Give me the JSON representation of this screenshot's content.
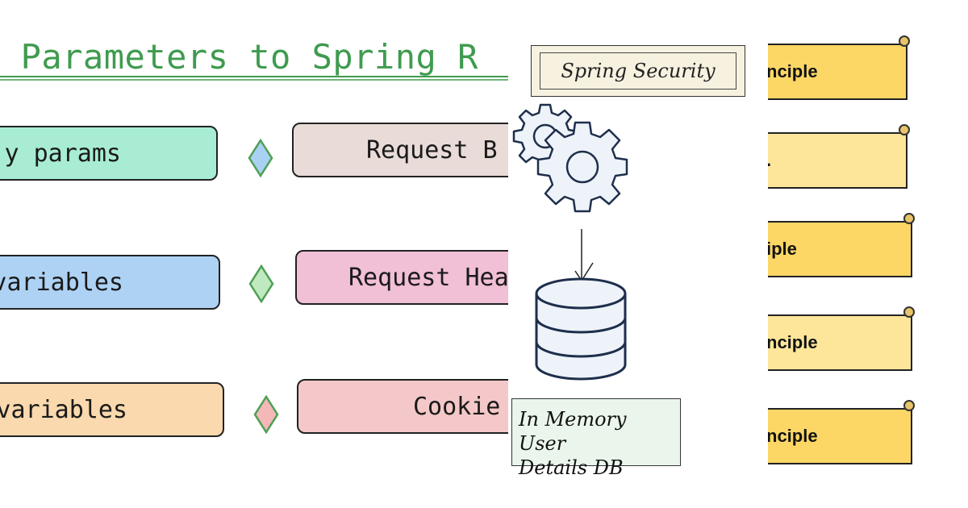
{
  "left_panel": {
    "title": "g Parameters to Spring R",
    "boxes": [
      {
        "label": "y params",
        "fill": "#a8ecd4"
      },
      {
        "label": "Request B",
        "fill": "#e9dcd8"
      },
      {
        "label": "h variables",
        "fill": "#aed2f4"
      },
      {
        "label": "Request Hea",
        "fill": "#f1bfd6"
      },
      {
        "label": "ix variables",
        "fill": "#f9d9ad"
      },
      {
        "label": "Cookie",
        "fill": "#f4c8c8"
      }
    ],
    "diamond_colors": [
      "#a9d1f2",
      "#bfeac0",
      "#f4b8b8"
    ]
  },
  "middle_panel": {
    "security_label": "Spring Security",
    "db_label_line1": "In Memory User",
    "db_label_line2": "Details DB",
    "icons": [
      "gears-icon",
      "database-icon"
    ]
  },
  "right_panel": {
    "scrolls": [
      {
        "text": "nciple",
        "fill": "#fcd766"
      },
      {
        "text": ".",
        "fill": "#fde69a"
      },
      {
        "text": "iple",
        "fill": "#fcd766"
      },
      {
        "text": "nciple",
        "fill": "#fde69a"
      },
      {
        "text": "nciple",
        "fill": "#fcd766"
      }
    ]
  }
}
